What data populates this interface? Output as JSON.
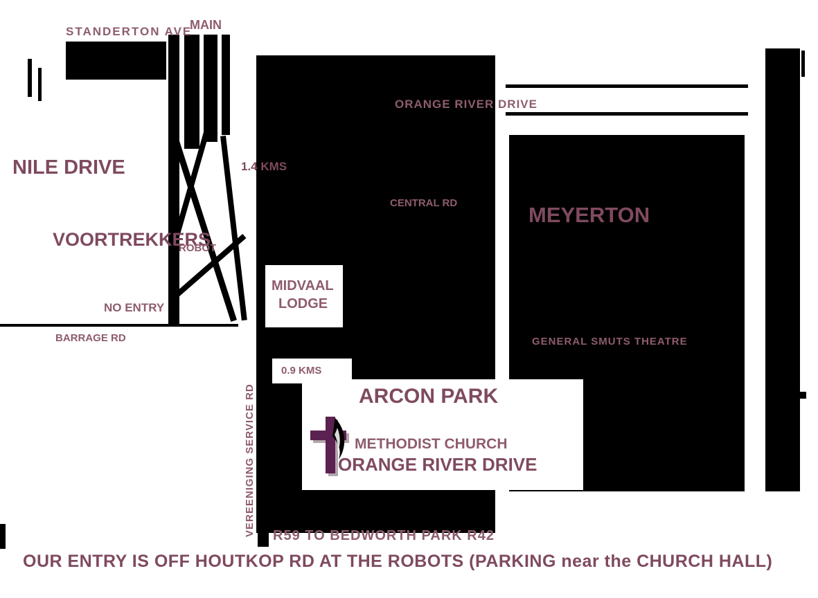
{
  "map": {
    "streets": {
      "station_ave": "STANDERTON AVE",
      "main": "MAIN",
      "orange_river_drive": "ORANGE RIVER DRIVE",
      "nile_drive": "NILE DRIVE",
      "central_rd": "CENTRAL RD",
      "voortrekkers": "VOORTREKKERS",
      "robot": "ROBOT",
      "no_entry": "NO ENTRY",
      "barrage_rd": "BARRAGE RD",
      "vereeniging_service_rd": "VEREENIGING SERVICE RD",
      "to_road": "R59 TO BEDWORTH PARK R42"
    },
    "areas": {
      "meyerton": "MEYERTON",
      "arcon_park": "ARCON PARK"
    },
    "landmarks": {
      "lodge_line1": "MIDVAAL",
      "lodge_line2": "LODGE",
      "theatre": "GENERAL SMUTS THEATRE"
    },
    "distances": {
      "d1": "1.4 KMS",
      "d2": "0.9 KMS"
    },
    "church": {
      "line1": "METHODIST CHURCH",
      "line2": "ORANGE RIVER DRIVE",
      "logo": "cross-and-flame"
    },
    "caption": "OUR ENTRY IS OFF HOUTKOP RD AT THE ROBOTS (PARKING near the CHURCH HALL)"
  },
  "colors": {
    "label": "#8e5c6e",
    "label_strong": "#7f4a5f",
    "block": "#000000",
    "logo_cross": "#5b2150",
    "logo_flame": "#000000",
    "background": "#ffffff"
  }
}
